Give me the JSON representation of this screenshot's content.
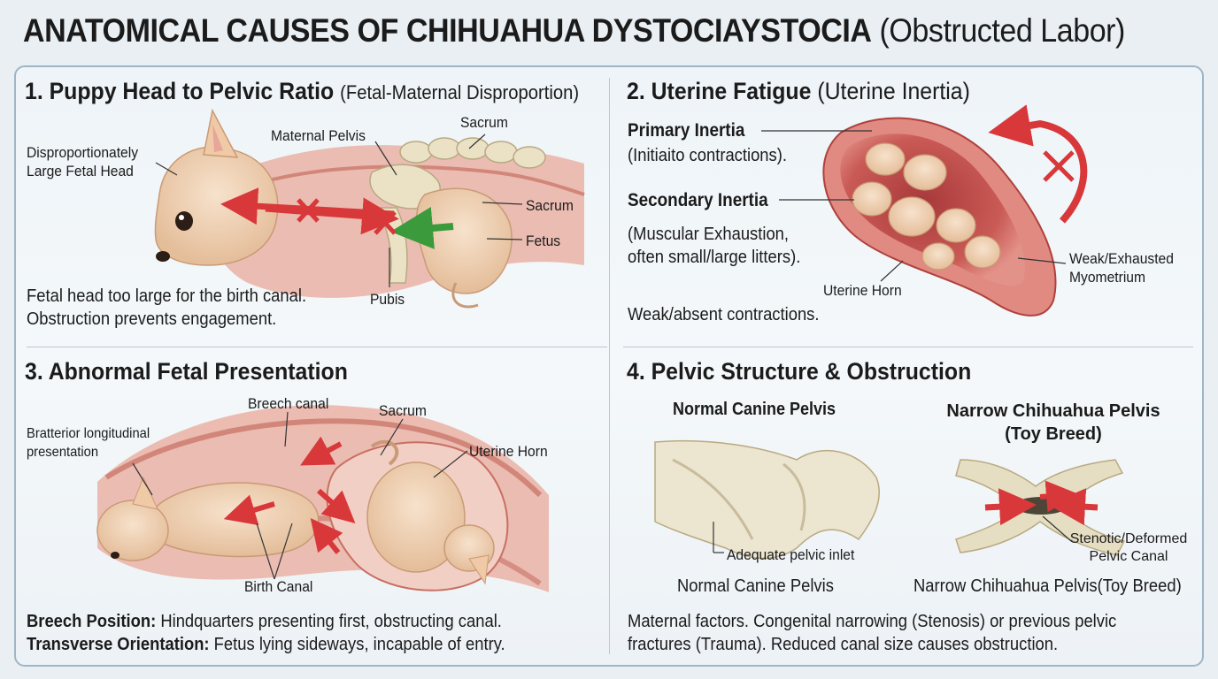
{
  "title": {
    "main": "ANATOMICAL CAUSES OF CHIHUAHUA DYSTOCIAYSTOCIA",
    "paren": "(Obstructed Labor)"
  },
  "panel1": {
    "number_title": "1. Puppy Head to Pelvic Ratio",
    "subtitle": "(Fetal-Maternal Disproportion)",
    "label_head_1": "Disproportionately",
    "label_head_2": "Large Fetal Head",
    "label_pelvis": "Maternal Pelvis",
    "label_sacrum_top": "Sacrum",
    "label_sacrum_right": "Sacrum",
    "label_fetus": "Fetus",
    "label_pubis": "Pubis",
    "desc_1": "Fetal head too large for the birth canal.",
    "desc_2": "Obstruction prevents engagement."
  },
  "panel2": {
    "number_title": "2. Uterine Fatigue",
    "subtitle": "(Uterine Inertia)",
    "primary_title": "Primary Inertia",
    "primary_desc": "(Initiaito contractions).",
    "secondary_title": "Secondary Inertia",
    "secondary_desc_1": "(Muscular Exhaustion,",
    "secondary_desc_2": "often small/large litters).",
    "label_horn": "Uterine Horn",
    "label_myo_1": "Weak/Exhausted",
    "label_myo_2": "Myometrium",
    "desc": "Weak/absent contractions."
  },
  "panel3": {
    "number_title": "3. Abnormal Fetal Presentation",
    "label_breech_canal": "Breech canal",
    "label_sacrum": "Sacrum",
    "label_presentation_1": "Bratterior longitudinal",
    "label_presentation_2": "presentation",
    "label_uterine_horn": "Uterine Horn",
    "label_birth_canal": "Birth Canal",
    "breech_title": "Breech Position:",
    "breech_desc": "Hindquarters presenting first, obstructing canal.",
    "transverse_title": "Transverse Orientation:",
    "transverse_desc": "Fetus lying sideways, incapable of entry."
  },
  "panel4": {
    "number_title": "4. Pelvic Structure & Obstruction",
    "normal_heading": "Normal Canine Pelvis",
    "narrow_heading_1": "Narrow Chihuahua Pelvis",
    "narrow_heading_2": "(Toy Breed)",
    "label_inlet": "Adequate pelvic inlet",
    "label_stenotic_1": "Stenotic/Deformed",
    "label_stenotic_2": "Pelvic Canal",
    "caption_normal": "Normal Canine Pelvis",
    "caption_narrow": "Narrow Chihuahua Pelvis(Toy Breed)",
    "desc_1": "Maternal factors. Congenital narrowing (Stenosis) or previous pelvic",
    "desc_2": "fractures (Trauma). Reduced canal size causes obstruction."
  },
  "colors": {
    "arrow_red": "#d8383a",
    "arrow_green": "#3a9a3c",
    "tissue_pink": "#e7a49a",
    "uterus_red": "#c9504d",
    "bone": "#e9e1c8",
    "puppy": "#f0d2b4",
    "frame_border": "#9fb5c6"
  }
}
